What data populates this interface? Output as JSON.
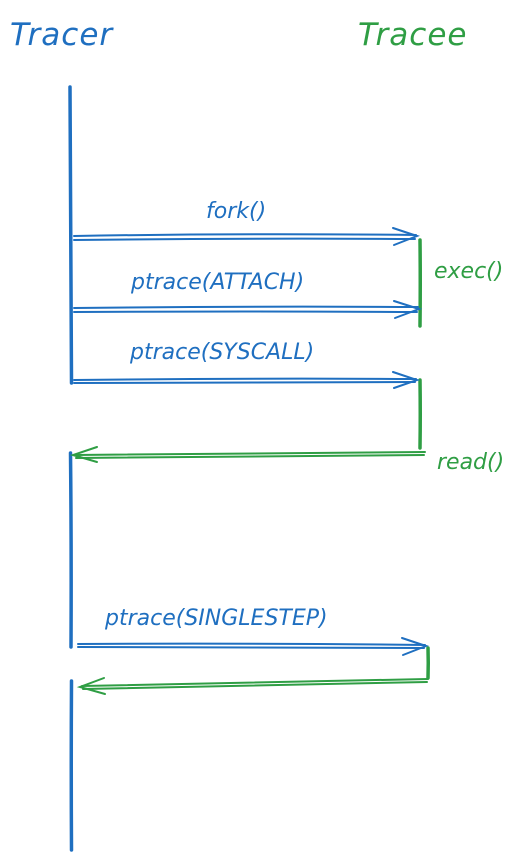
{
  "colors": {
    "tracer": "#1f6fc0",
    "tracee": "#2f9e44",
    "background": "#ffffff"
  },
  "participants": {
    "tracer": "Tracer",
    "tracee": "Tracee"
  },
  "messages": {
    "fork": "fork()",
    "attach": "ptrace(ATTACH)",
    "syscall": "ptrace(SYSCALL)",
    "singlestep": "ptrace(SINGLESTEP)"
  },
  "tracee_notes": {
    "exec": "exec()",
    "read": "read()"
  }
}
